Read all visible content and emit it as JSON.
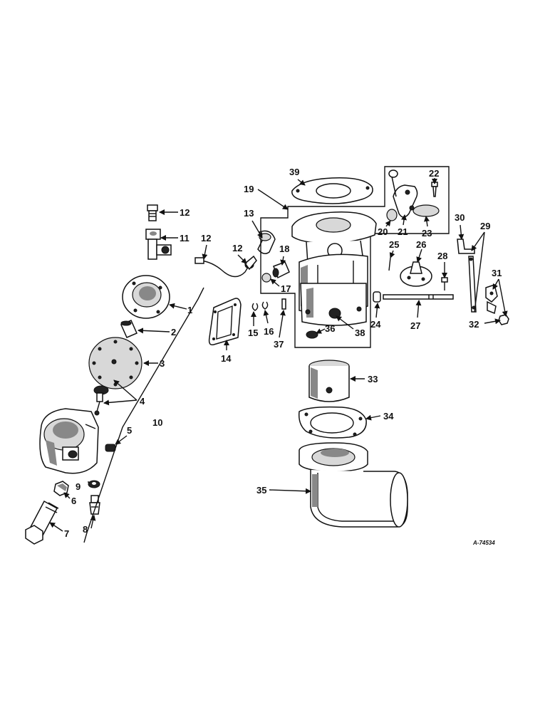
{
  "callouts": [
    "1",
    "2",
    "3",
    "4",
    "5",
    "6",
    "7",
    "8",
    "9",
    "10",
    "11",
    "12",
    "12",
    "13",
    "14",
    "15",
    "16",
    "17",
    "18",
    "19",
    "20",
    "21",
    "22",
    "23",
    "24",
    "25",
    "26",
    "27",
    "28",
    "29",
    "30",
    "31",
    "32",
    "33",
    "34",
    "35",
    "36",
    "37",
    "38",
    "39"
  ],
  "drawing_number": "A-74534"
}
